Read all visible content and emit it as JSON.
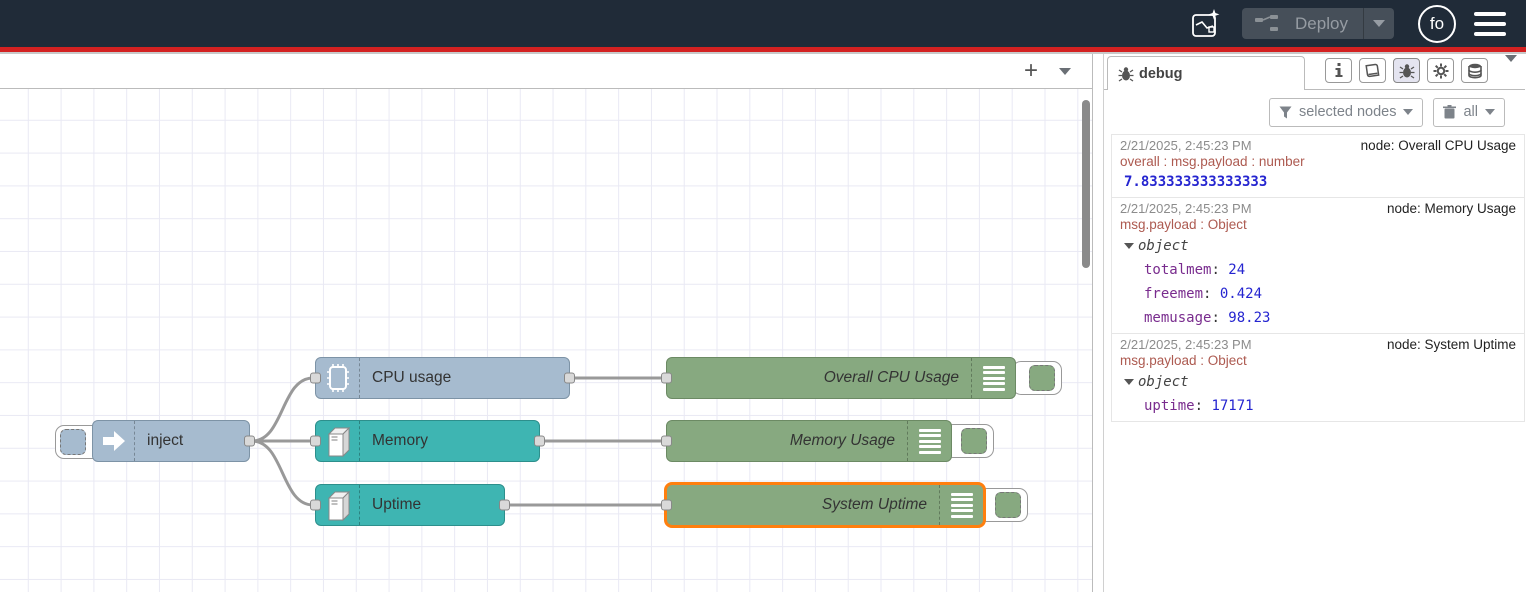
{
  "header": {
    "deploy_label": "Deploy",
    "avatar_text": "fo"
  },
  "canvas": {
    "nodes": [
      {
        "id": "inject",
        "label": "inject",
        "type": "inject"
      },
      {
        "id": "cpu-usage",
        "label": "CPU usage",
        "type": "cpu"
      },
      {
        "id": "memory",
        "label": "Memory",
        "type": "os-system"
      },
      {
        "id": "uptime",
        "label": "Uptime",
        "type": "os-system"
      },
      {
        "id": "debug-overall-cpu",
        "label": "Overall CPU Usage",
        "type": "debug"
      },
      {
        "id": "debug-memory-usage",
        "label": "Memory Usage",
        "type": "debug"
      },
      {
        "id": "debug-system-uptime",
        "label": "System Uptime",
        "type": "debug",
        "selected": true
      }
    ]
  },
  "sidebar": {
    "tab_label": "debug",
    "filter_button_label": "selected nodes",
    "clear_button_label": "all",
    "messages": [
      {
        "timestamp": "2/21/2025, 2:45:23 PM",
        "node_ref": "node: Overall CPU Usage",
        "path": "overall : msg.payload : number",
        "value": "7.833333333333333"
      },
      {
        "timestamp": "2/21/2025, 2:45:23 PM",
        "node_ref": "node: Memory Usage",
        "path": "msg.payload : Object",
        "object_label": "object",
        "properties": [
          {
            "key": "totalmem",
            "value": "24"
          },
          {
            "key": "freemem",
            "value": "0.424"
          },
          {
            "key": "memusage",
            "value": "98.23"
          }
        ]
      },
      {
        "timestamp": "2/21/2025, 2:45:23 PM",
        "node_ref": "node: System Uptime",
        "path": "msg.payload : Object",
        "object_label": "object",
        "properties": [
          {
            "key": "uptime",
            "value": "17171"
          }
        ]
      }
    ]
  },
  "colors": {
    "header_bg": "#202b38",
    "header_accent_line": "#d32121",
    "inject_node": "#a6bbcf",
    "system_node": "#3eb5b2",
    "debug_node": "#87a980",
    "selection": "#ff7f0e",
    "wire": "#999999",
    "grid_line": "#e9e9f4",
    "debug_path_text": "#ad5a50",
    "debug_number_text": "#2525d0",
    "debug_key_text": "#792c8e"
  }
}
